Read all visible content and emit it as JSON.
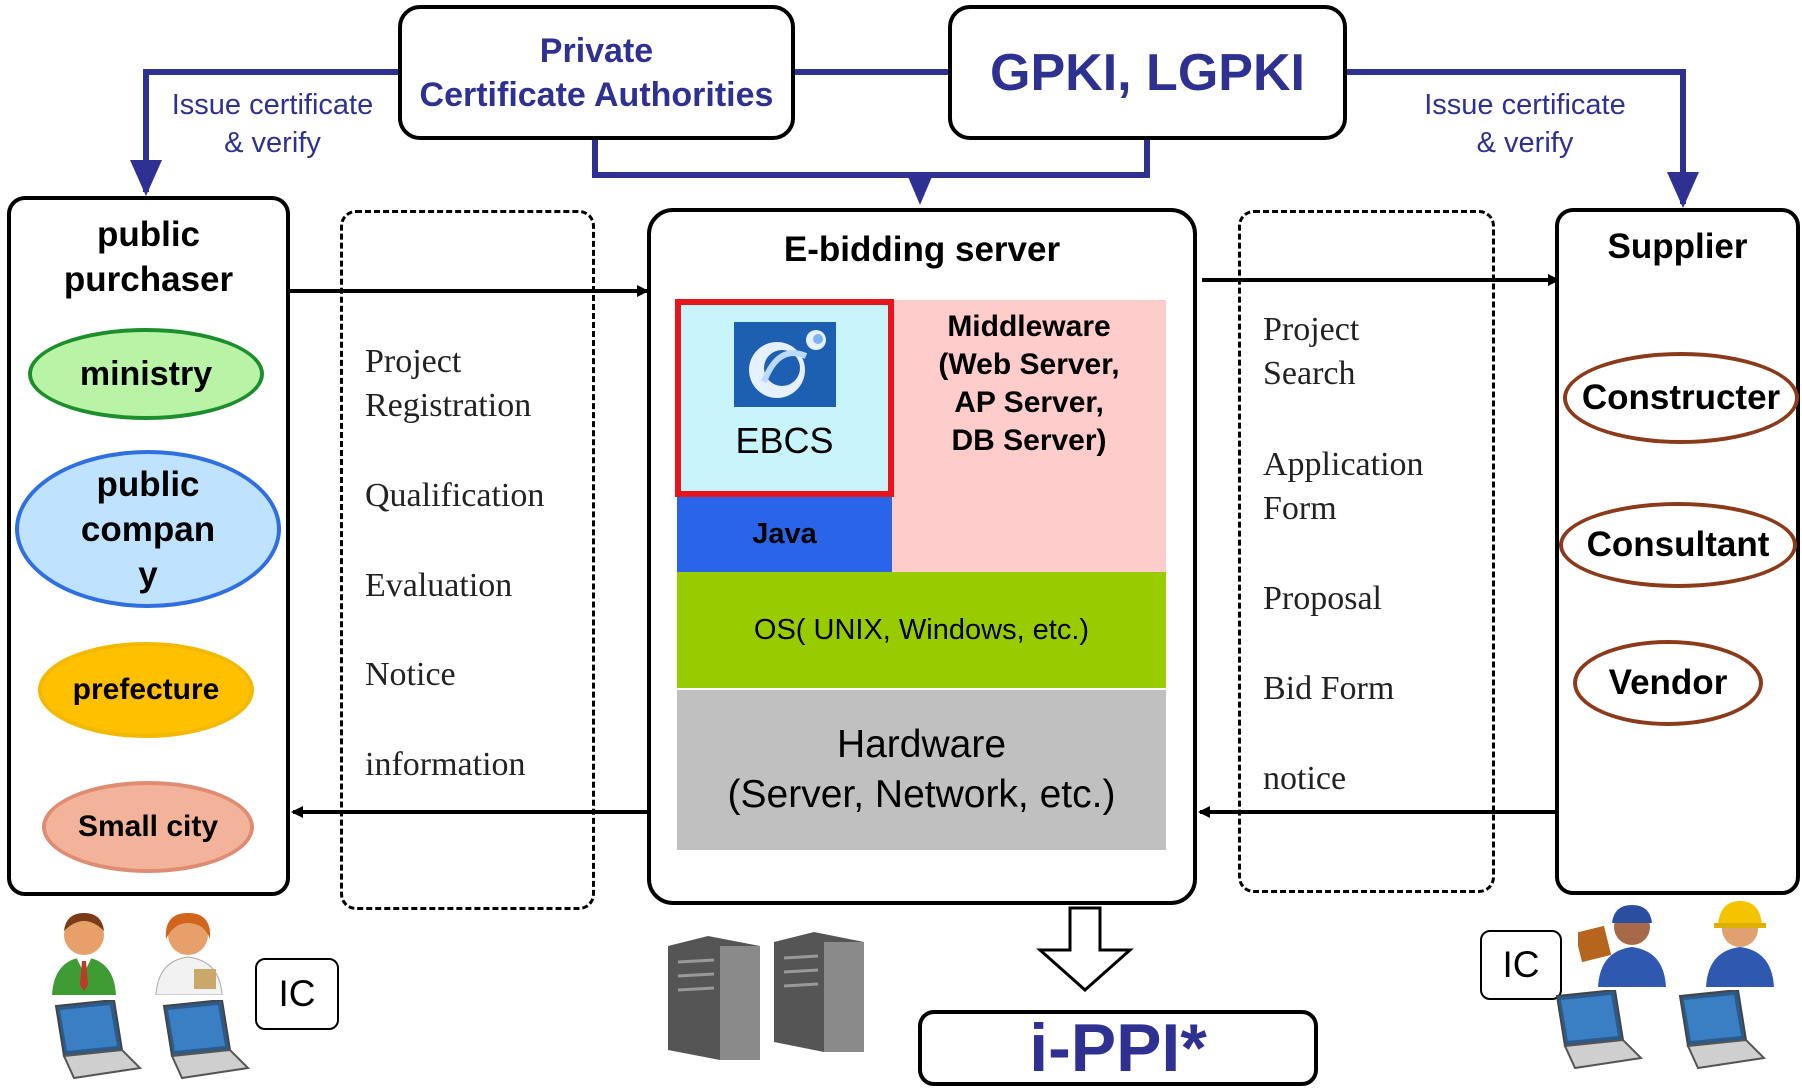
{
  "authorities": {
    "private_ca": "Private\nCertificate Authorities",
    "gpki": "GPKI, LGPKI",
    "issue_left": "Issue certificate\n& verify",
    "issue_right": "Issue certificate\n& verify"
  },
  "purchaser": {
    "title": "public\npurchaser",
    "items": [
      {
        "label": "ministry",
        "fill": "#b9f4a6",
        "border": "#1c8f2c"
      },
      {
        "label": "public\ncompan\ny",
        "fill": "#bfe2ff",
        "border": "#2f6fe0"
      },
      {
        "label": "prefecture",
        "fill": "#ffc000",
        "border": "#f5b800"
      },
      {
        "label": "Small city",
        "fill": "#f3b39a",
        "border": "#e08c72"
      }
    ]
  },
  "purchaser_flow": {
    "steps": [
      "Project\nRegistration",
      "Qualification",
      "Evaluation",
      "Notice",
      "information"
    ]
  },
  "server": {
    "title": "E-bidding server",
    "ebcs": "EBCS",
    "java": "Java",
    "middleware": "Middleware\n(Web Server,\nAP Server,\nDB Server)",
    "os": "OS( UNIX, Windows, etc.)",
    "hardware": "Hardware\n(Server, Network, etc.)"
  },
  "supplier_flow": {
    "steps": [
      "Project\nSearch",
      "Application\nForm",
      "Proposal",
      "Bid Form",
      "notice"
    ]
  },
  "supplier": {
    "title": "Supplier",
    "items": [
      "Constructer",
      "Consultant",
      "Vendor"
    ]
  },
  "ic_left": "IC",
  "ic_right": "IC",
  "output": "i-PPI*",
  "colors": {
    "navy": "#2E3192",
    "ebcs_bg": "#c8f5fb",
    "ebcs_border": "#e8141b",
    "java_bg": "#2a64e8",
    "middleware_bg": "#ffcccc",
    "os_bg": "#99cc00",
    "hardware_bg": "#c0c0c0",
    "supplier_ellipse_border": "#8b3a1a"
  }
}
